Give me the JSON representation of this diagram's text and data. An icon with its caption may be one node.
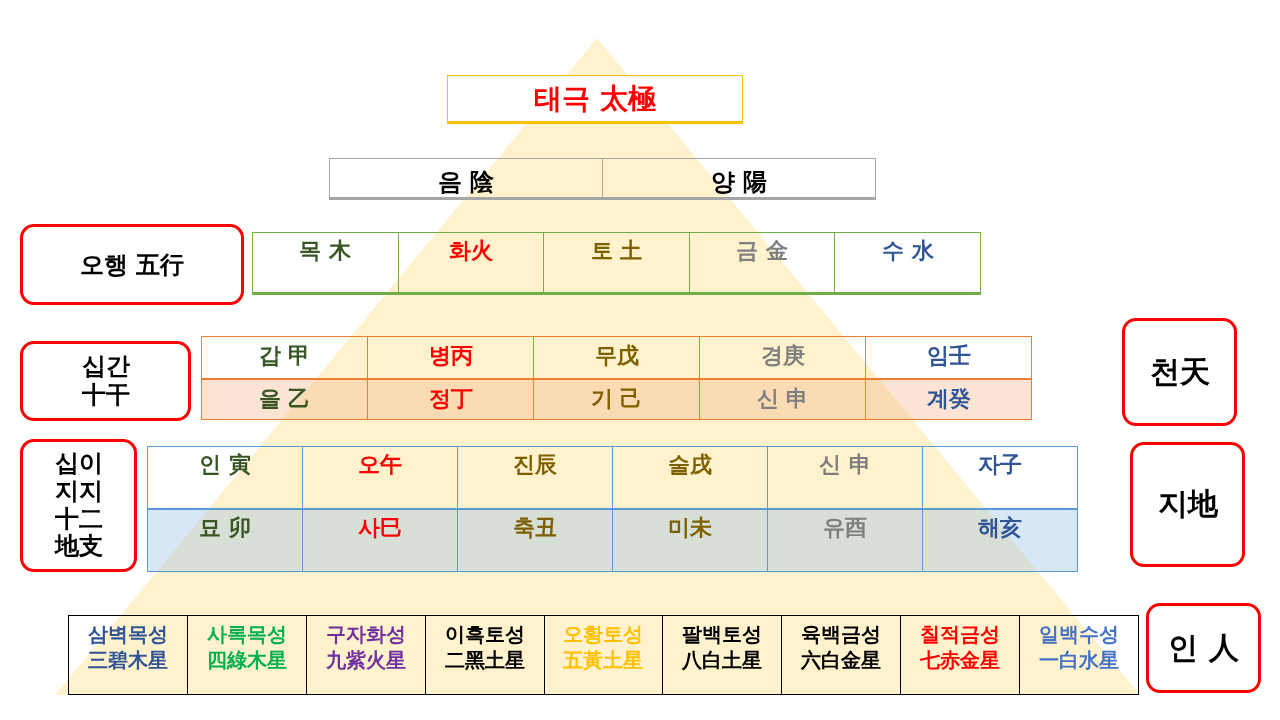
{
  "diagram": {
    "nodes": [
      {
        "text": [
          "태극 太極"
        ]
      },
      {
        "text": [
          "오행 五行"
        ]
      },
      {
        "text": [
          "십간 十干"
        ]
      },
      {
        "text": [
          "십이지지 十二地支"
        ]
      },
      {
        "text": [
          "천天"
        ]
      },
      {
        "text": [
          "지地"
        ]
      },
      {
        "text": [
          "인 人"
        ]
      }
    ],
    "labels": [
      "음 陰",
      "양 陽",
      "목 木",
      "화火",
      "토 土",
      "금 金",
      "수 水",
      "갑 甲",
      "병丙",
      "무戊",
      "경庚",
      "임壬",
      "을 乙",
      "정丁",
      "기 己",
      "신 申",
      "계癸",
      "인 寅",
      "오午",
      "진辰",
      "술戌",
      "신 申",
      "자子",
      "묘 卯",
      "사巳",
      "축丑",
      "미未",
      "유酉",
      "해亥",
      "삼벽목성 三碧木星",
      "사록목성 四綠木星",
      "구자화성 九紫火星",
      "이흑토성 二黑土星",
      "오황토성 五黃土星",
      "팔백토성 八白土星",
      "육백금성 六白金星",
      "칠적금성 七赤金星",
      "일백수성 一白水星"
    ]
  }
}
